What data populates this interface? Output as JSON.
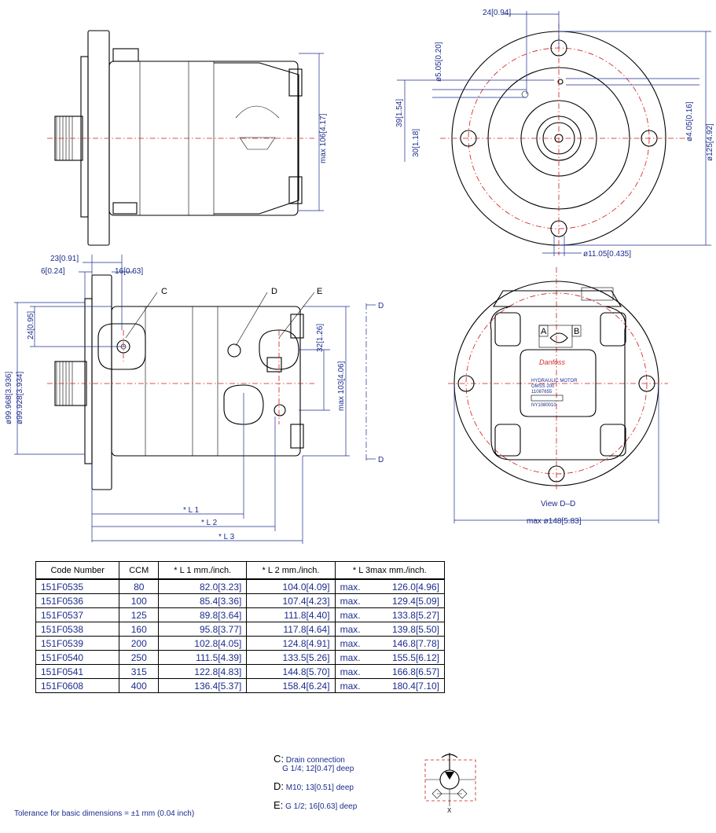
{
  "top_left_view": {
    "dim_length": "max 106[4.17]"
  },
  "top_right_view": {
    "dim_top": "24[0.94]",
    "dim_small_hole": "ø5.05[0.20]",
    "dim_39": "39[1.54]",
    "dim_30": "30[1.18]",
    "dim_pcd": "ø4.05[0.16]",
    "dim_outer": "ø125[4.92]",
    "dim_hole": "ø11.05[0.435]"
  },
  "side_view": {
    "dim_23": "23[0.91]",
    "dim_6": "6[0.24]",
    "dim_16": "16[0.63]",
    "dim_24": "24[0.95]",
    "dim_pilot_a": "ø99.968[3.936]",
    "dim_pilot_b": "ø99.928[3.934]",
    "dim_32": "32[1.26]",
    "dim_103": "max 103[4.06]",
    "port_c": "C",
    "port_d": "D",
    "port_e": "E",
    "section_mark_top": "D",
    "section_mark_bottom": "D",
    "l1": "* L 1",
    "l2": "* L 2",
    "l3": "* L 3"
  },
  "rear_view": {
    "port_a": "A",
    "port_b": "B",
    "plate_brand": "Danfoss",
    "plate_line1": "HYDRAULIC MOTOR",
    "plate_line2": "OMSS 200",
    "plate_line3": "11087655",
    "plate_line4": "NY1080010",
    "view_label": "View D–D",
    "dim_width": "max ø148[5.83]"
  },
  "table": {
    "headers": [
      "Code Number",
      "CCM",
      "* L 1 mm./inch.",
      "* L 2 mm./inch.",
      "* L 3max mm./inch."
    ],
    "rows": [
      {
        "code": "151F0535",
        "ccm": "80",
        "l1": "82.0[3.23]",
        "l2": "104.0[4.09]",
        "l3_prefix": "max.",
        "l3": "126.0[4.96]"
      },
      {
        "code": "151F0536",
        "ccm": "100",
        "l1": "85.4[3.36]",
        "l2": "107.4[4.23]",
        "l3_prefix": "max.",
        "l3": "129.4[5.09]"
      },
      {
        "code": "151F0537",
        "ccm": "125",
        "l1": "89.8[3.64]",
        "l2": "111.8[4.40]",
        "l3_prefix": "max.",
        "l3": "133.8[5.27]"
      },
      {
        "code": "151F0538",
        "ccm": "160",
        "l1": "95.8[3.77]",
        "l2": "117.8[4.64]",
        "l3_prefix": "max.",
        "l3": "139.8[5.50]"
      },
      {
        "code": "151F0539",
        "ccm": "200",
        "l1": "102.8[4.05]",
        "l2": "124.8[4.91]",
        "l3_prefix": "max.",
        "l3": "146.8[7.78]"
      },
      {
        "code": "151F0540",
        "ccm": "250",
        "l1": "111.5[4.39]",
        "l2": "133.5[5.26]",
        "l3_prefix": "max.",
        "l3": "155.5[6.12]"
      },
      {
        "code": "151F0541",
        "ccm": "315",
        "l1": "122.8[4.83]",
        "l2": "144.8[5.70]",
        "l3_prefix": "max.",
        "l3": "166.8[6.57]"
      },
      {
        "code": "151F0608",
        "ccm": "400",
        "l1": "136.4[5.37]",
        "l2": "158.4[6.24]",
        "l3_prefix": "max.",
        "l3": "180.4[7.10]"
      }
    ]
  },
  "notes": {
    "c_key": "C:",
    "c_line1": "Drain connection",
    "c_line2": "G 1/4; 12[0.47] deep",
    "d_key": "D:",
    "d_line": "M10; 13[0.51] deep",
    "e_key": "E:",
    "e_line": "G 1/2; 16[0.63] deep"
  },
  "tolerance": "Tolerance for basic dimensions = ±1 mm (0.04 inch)",
  "symbol": {
    "label_x": "X"
  }
}
